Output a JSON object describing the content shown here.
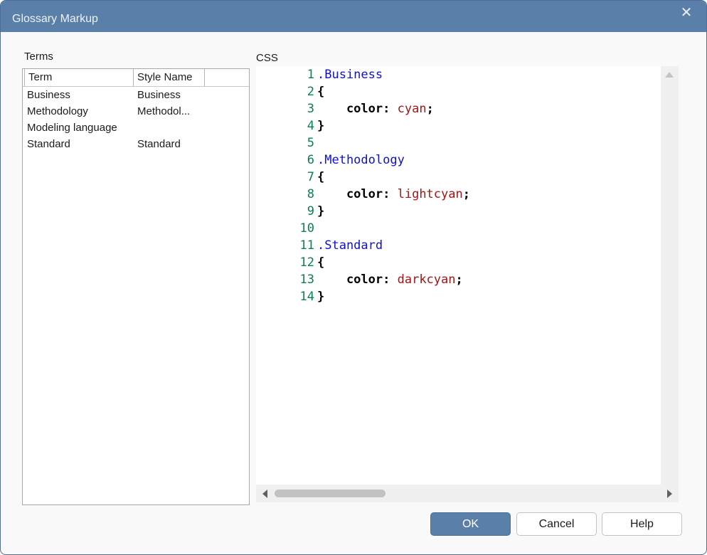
{
  "window": {
    "title": "Glossary Markup"
  },
  "terms": {
    "label": "Terms",
    "columns": [
      "Term",
      "Style Name"
    ],
    "rows": [
      {
        "term": "Business",
        "style": "Business"
      },
      {
        "term": "Methodology",
        "style": "Methodol..."
      },
      {
        "term": "Modeling language",
        "style": ""
      },
      {
        "term": "Standard",
        "style": "Standard"
      }
    ]
  },
  "css": {
    "label": "CSS",
    "lines": [
      {
        "n": "1",
        "tokens": [
          {
            "t": ".Business",
            "k": "sel"
          }
        ]
      },
      {
        "n": "2",
        "tokens": [
          {
            "t": "{",
            "k": "pun"
          }
        ]
      },
      {
        "n": "3",
        "tokens": [
          {
            "t": "    color",
            "k": "prop"
          },
          {
            "t": ": ",
            "k": "pun"
          },
          {
            "t": "cyan",
            "k": "val"
          },
          {
            "t": ";",
            "k": "pun"
          }
        ]
      },
      {
        "n": "4",
        "tokens": [
          {
            "t": "}",
            "k": "pun"
          }
        ]
      },
      {
        "n": "5",
        "tokens": []
      },
      {
        "n": "6",
        "tokens": [
          {
            "t": ".Methodology",
            "k": "sel"
          }
        ]
      },
      {
        "n": "7",
        "tokens": [
          {
            "t": "{",
            "k": "pun"
          }
        ]
      },
      {
        "n": "8",
        "tokens": [
          {
            "t": "    color",
            "k": "prop"
          },
          {
            "t": ": ",
            "k": "pun"
          },
          {
            "t": "lightcyan",
            "k": "val"
          },
          {
            "t": ";",
            "k": "pun"
          }
        ]
      },
      {
        "n": "9",
        "tokens": [
          {
            "t": "}",
            "k": "pun"
          }
        ]
      },
      {
        "n": "10",
        "tokens": []
      },
      {
        "n": "11",
        "tokens": [
          {
            "t": ".Standard",
            "k": "sel"
          }
        ]
      },
      {
        "n": "12",
        "tokens": [
          {
            "t": "{",
            "k": "pun"
          }
        ]
      },
      {
        "n": "13",
        "tokens": [
          {
            "t": "    color",
            "k": "prop"
          },
          {
            "t": ": ",
            "k": "pun"
          },
          {
            "t": "darkcyan",
            "k": "val"
          },
          {
            "t": ";",
            "k": "pun"
          }
        ]
      },
      {
        "n": "14",
        "tokens": [
          {
            "t": "}",
            "k": "pun"
          }
        ]
      }
    ]
  },
  "buttons": {
    "ok": "OK",
    "cancel": "Cancel",
    "help": "Help"
  },
  "icons": {
    "close": "close-icon"
  },
  "colors": {
    "titlebar": "#5a7fa8",
    "primary_button": "#5a7fa8",
    "line_number": "#0a7d5a",
    "selector": "#1010d0",
    "value": "#a31515"
  }
}
